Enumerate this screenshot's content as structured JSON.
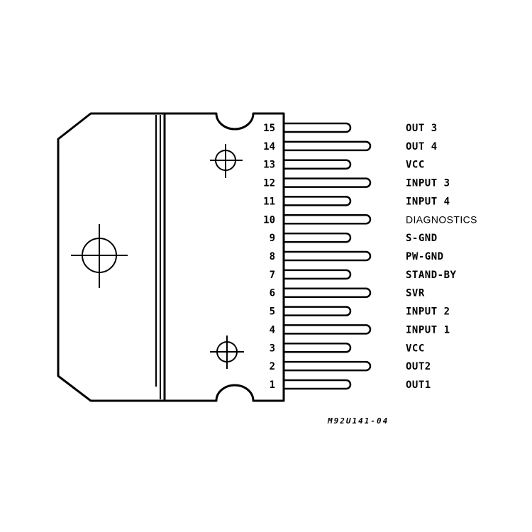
{
  "pins": [
    {
      "number": "15",
      "signal": "OUT 3"
    },
    {
      "number": "14",
      "signal": "OUT 4"
    },
    {
      "number": "13",
      "signal": "VCC"
    },
    {
      "number": "12",
      "signal": "INPUT 3"
    },
    {
      "number": "11",
      "signal": "INPUT 4"
    },
    {
      "number": "10",
      "signal": "DIAGNOSTICS"
    },
    {
      "number": "9",
      "signal": "S-GND"
    },
    {
      "number": "8",
      "signal": "PW-GND"
    },
    {
      "number": "7",
      "signal": "STAND-BY"
    },
    {
      "number": "6",
      "signal": "SVR"
    },
    {
      "number": "5",
      "signal": "INPUT 2"
    },
    {
      "number": "4",
      "signal": "INPUT 1"
    },
    {
      "number": "3",
      "signal": "VCC"
    },
    {
      "number": "2",
      "signal": "OUT2"
    },
    {
      "number": "1",
      "signal": "OUT1"
    }
  ],
  "drawing_code": "M92U141-04"
}
